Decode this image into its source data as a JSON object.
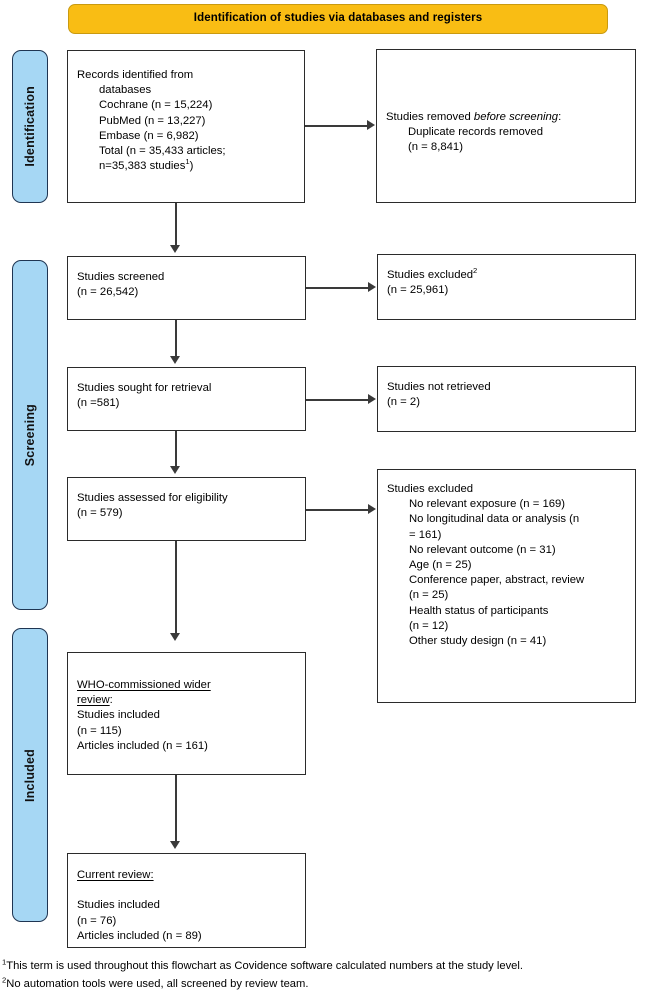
{
  "header": {
    "title": "Identification of studies via databases and registers",
    "background": "#F9BD14"
  },
  "stages": {
    "identification": "Identification",
    "screening": "Screening",
    "included": "Included",
    "tab_color": "#A6D7F4",
    "tab_border": "#1F3552"
  },
  "boxes": {
    "records_identified": {
      "title": "Records identified from",
      "lines": [
        "databases",
        "Cochrane (n = 15,224)",
        "PubMed (n = 13,227)",
        "Embase (n = 6,982)",
        "Total (n = 35,433 articles;"
      ],
      "last_line_prefix": "n=35,383 studies",
      "last_line_sup": "1",
      "last_line_suffix": ")"
    },
    "studies_removed": {
      "title_prefix": "Studies removed ",
      "title_italic": "before screening",
      "title_suffix": ":",
      "lines": [
        "Duplicate records removed",
        "(n = 8,841)"
      ]
    },
    "studies_screened": {
      "title": "Studies screened",
      "count": "(n = 26,542)"
    },
    "studies_excluded_1": {
      "title": "Studies excluded",
      "title_sup": "2",
      "count": "(n = 25,961)"
    },
    "studies_sought": {
      "title": "Studies sought for retrieval",
      "count": "(n =581)"
    },
    "studies_not_retrieved": {
      "title": "Studies not retrieved",
      "count": "(n = 2)"
    },
    "studies_assessed": {
      "title": "Studies assessed for eligibility",
      "count": "(n = 579)"
    },
    "studies_excluded_2": {
      "title": "Studies excluded",
      "reasons": [
        "No relevant exposure (n =  169)",
        "No longitudinal data or analysis (n",
        "= 161)",
        "No relevant outcome (n = 31)",
        "Age (n = 25)",
        "Conference paper, abstract, review",
        "(n = 25)",
        "Health status of participants",
        "(n = 12)",
        "Other study design (n = 41)"
      ]
    },
    "who_review": {
      "heading_line1": "WHO-commissioned wider",
      "heading_line2": "review",
      "heading_colon": ":",
      "lines": [
        "Studies included",
        "(n = 115)",
        "Articles included (n = 161)"
      ]
    },
    "current_review": {
      "heading": "Current review:",
      "lines": [
        "Studies included",
        "(n = 76)",
        "Articles included (n = 89)"
      ]
    }
  },
  "footnotes": {
    "sup1": "1",
    "note1": "This term is used throughout this flowchart as Covidence software calculated numbers at the study level.",
    "sup2": "2",
    "note2": "No automation tools were used, all screened by review team."
  }
}
